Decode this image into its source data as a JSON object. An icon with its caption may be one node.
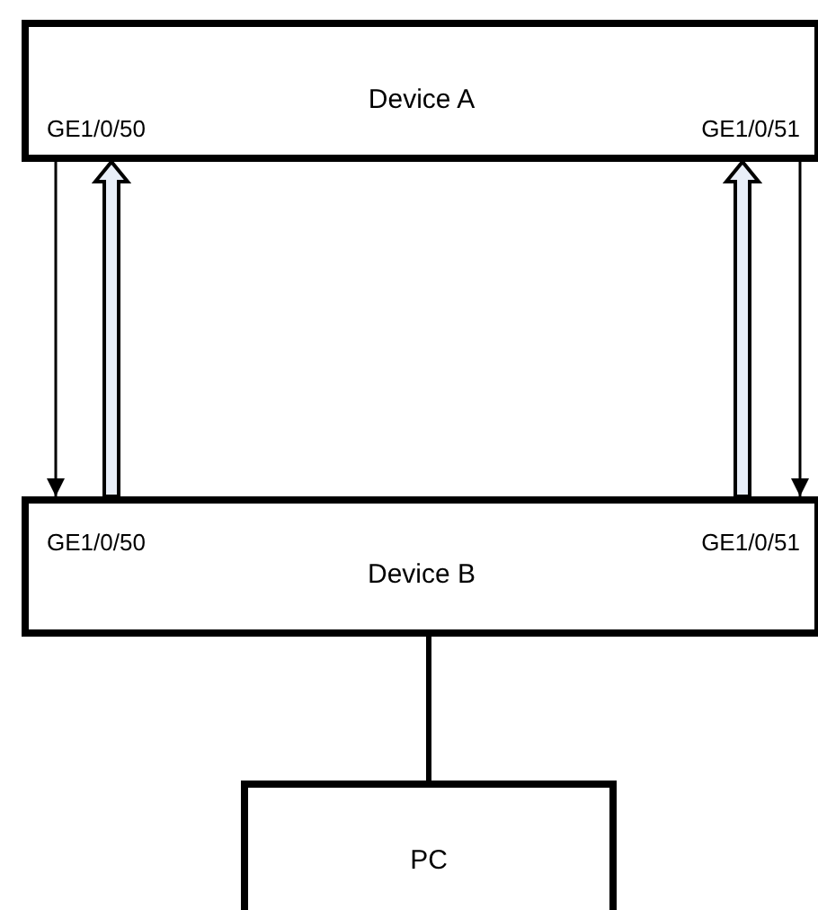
{
  "diagram": {
    "nodes": [
      {
        "text": [
          "Device A",
          "GE1/0/50",
          "GE1/0/51"
        ]
      },
      {
        "text": [
          "GE1/0/50",
          "GE1/0/51",
          "Device B"
        ]
      },
      {
        "text": [
          "PC"
        ]
      }
    ],
    "edges": [
      {
        "from": 0,
        "to": 1,
        "arrow": "to"
      },
      {
        "from": 1,
        "to": 0,
        "arrow": "to",
        "style": "thick",
        "color": "#e8eef8"
      },
      {
        "from": 1,
        "to": 0,
        "arrow": "to",
        "style": "thick",
        "color": "#e8eef8"
      },
      {
        "from": 0,
        "to": 1,
        "arrow": "to"
      },
      {
        "from": 1,
        "to": 2,
        "arrow": "none",
        "style": "thick"
      }
    ]
  }
}
